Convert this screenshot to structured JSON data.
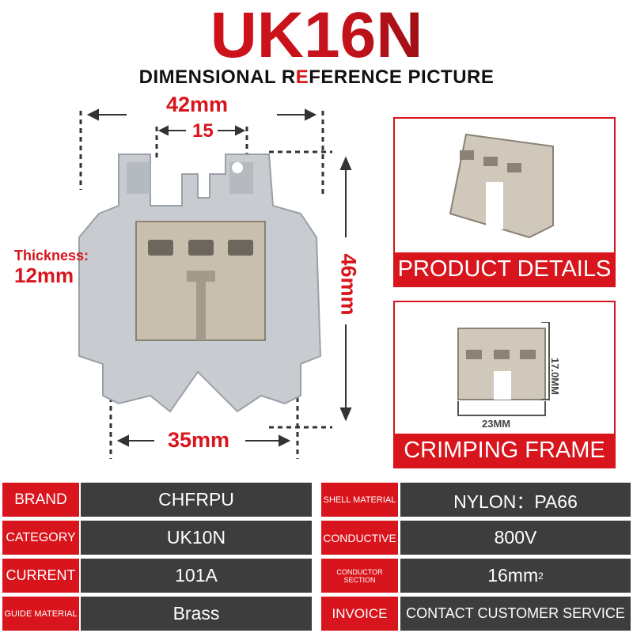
{
  "title": "UK16N",
  "subtitle": {
    "part1": "DIMENSIONAL R",
    "part2": "E",
    "part3": "FERENCE PICTURE"
  },
  "dimensions": {
    "width": "42mm",
    "pitch": "15",
    "thickness_label": "Thickness:",
    "thickness_value": "12mm",
    "height": "46mm",
    "rail": "35mm"
  },
  "panels": [
    {
      "caption": "PRODUCT DETAILS"
    },
    {
      "caption": "CRIMPING FRAME",
      "height_label": "17.0MM",
      "width_label": "23MM"
    }
  ],
  "specs_left": [
    {
      "label": "BRAND",
      "value": "CHFRPU"
    },
    {
      "label": "CATEGORY",
      "value": "UK10N"
    },
    {
      "label": "CURRENT",
      "value": "101A"
    },
    {
      "label": "GUIDE MATERIAL",
      "value": "Brass"
    }
  ],
  "specs_right": [
    {
      "label": "SHELL MATERIAL",
      "value": "NYLON：PA66"
    },
    {
      "label": "CONDUCTIVE",
      "value": "800V"
    },
    {
      "label": "CONDUCTOR SECTION",
      "value": "16mm",
      "sup": "2"
    },
    {
      "label": "INVOICE",
      "value": "CONTACT CUSTOMER SERVICE"
    }
  ],
  "colors": {
    "accent": "#d8141c",
    "cell": "#3d3d3d",
    "housing": "#c8ccd0",
    "metal": "#c9bfae"
  }
}
